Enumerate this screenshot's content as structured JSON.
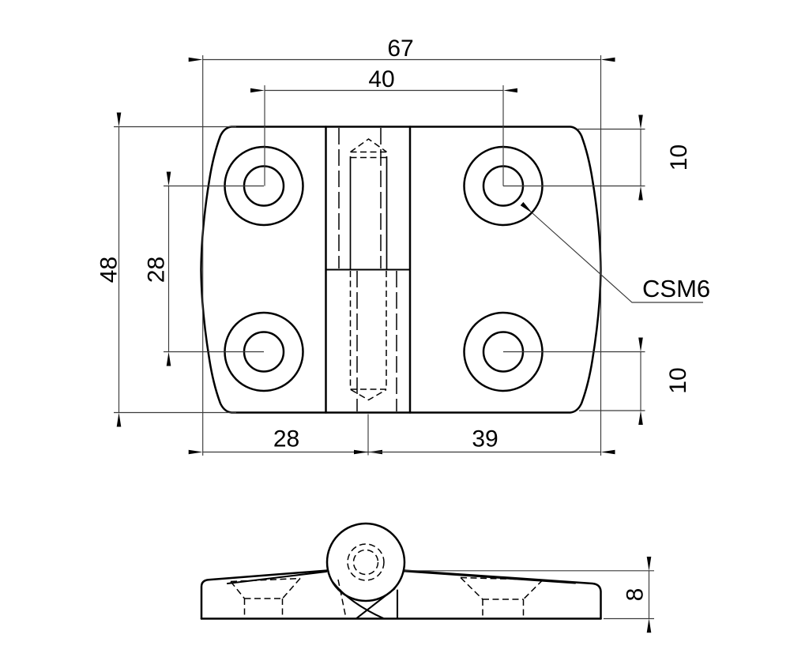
{
  "drawing": {
    "type": "engineering-drawing",
    "part": "hinge-two-leaf-countersunk",
    "background": "#ffffff",
    "line_color": "#000000",
    "views": {
      "plan_view": "top view of hinge with 4 countersunk holes and center knuckle",
      "side_view": "front elevation showing knuckle barrel and countersink profiles"
    },
    "dims": {
      "overall_width": "67",
      "hole_pitch_horizontal": "40",
      "overall_height": "48",
      "hole_pitch_vertical": "28",
      "hole_offset_top_right": "10",
      "hole_offset_bottom_right": "10",
      "left_leaf_width": "28",
      "right_leaf_width": "39",
      "thickness": "8"
    },
    "labels": {
      "hole_callout": "CSM6"
    }
  }
}
